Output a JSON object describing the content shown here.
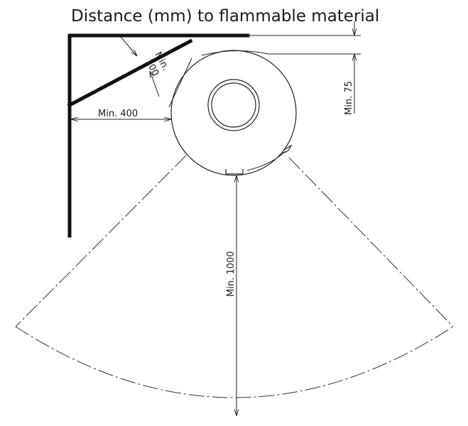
{
  "title": "Distance (mm) to flammable material",
  "dimensions": {
    "corner": "Min.",
    "corner_value": "100",
    "side": "Min. 400",
    "back": "Min. 75",
    "front": "Min. 1000"
  }
}
